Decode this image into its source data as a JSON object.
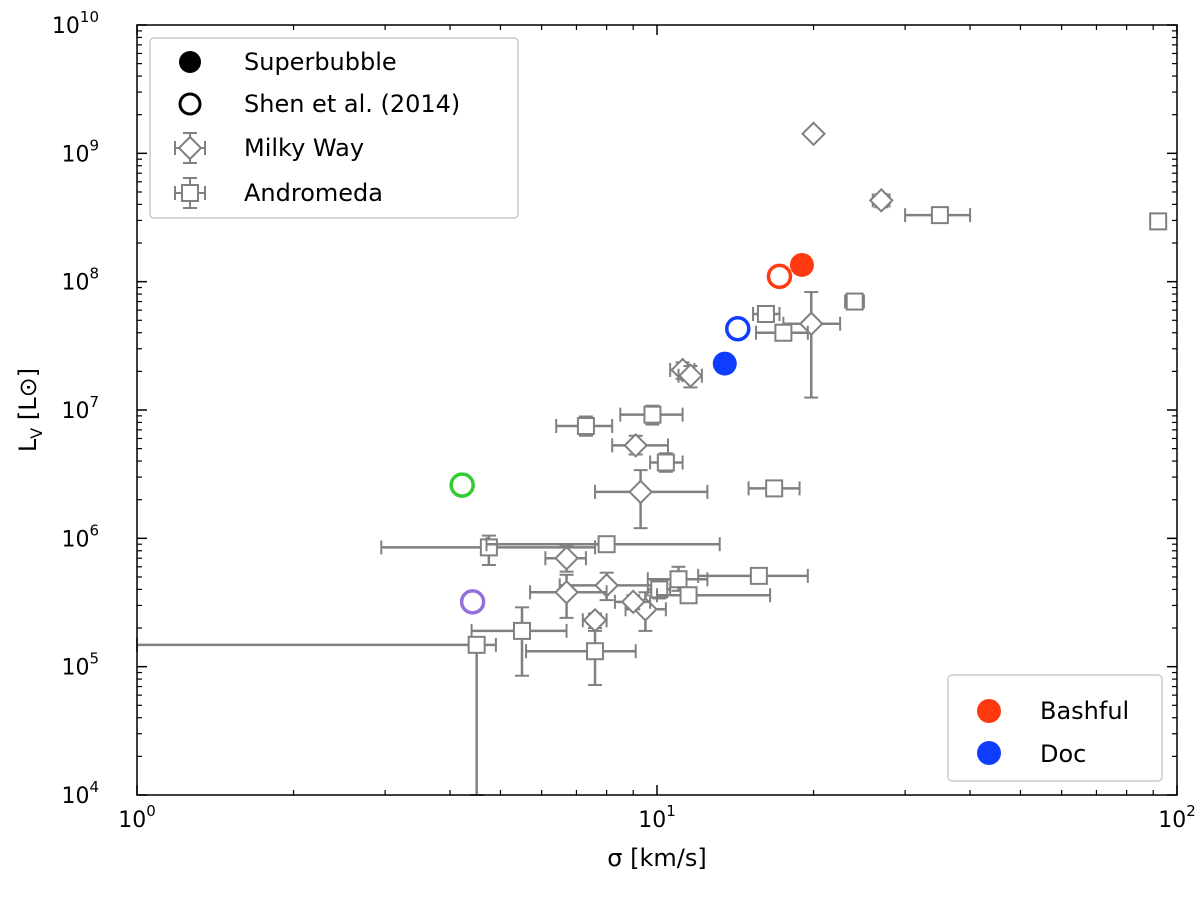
{
  "chart_data": {
    "type": "scatter",
    "xlabel": "σ [km/s]",
    "ylabel_main": "L",
    "ylabel_sub": "V",
    "ylabel_unit": " [L⊙]",
    "x_scale": "log",
    "y_scale": "log",
    "xlim": [
      1,
      100
    ],
    "ylim": [
      10000,
      10000000000
    ],
    "grid": false,
    "x_ticks": [
      {
        "value": 1,
        "base": "10",
        "exp": "0"
      },
      {
        "value": 10,
        "base": "10",
        "exp": "1"
      },
      {
        "value": 100,
        "base": "10",
        "exp": "2"
      }
    ],
    "y_ticks": [
      {
        "value": 10000,
        "base": "10",
        "exp": "4"
      },
      {
        "value": 100000,
        "base": "10",
        "exp": "5"
      },
      {
        "value": 1000000,
        "base": "10",
        "exp": "6"
      },
      {
        "value": 10000000,
        "base": "10",
        "exp": "7"
      },
      {
        "value": 100000000,
        "base": "10",
        "exp": "8"
      },
      {
        "value": 1000000000,
        "base": "10",
        "exp": "9"
      },
      {
        "value": 10000000000,
        "base": "10",
        "exp": "10"
      }
    ],
    "legend_markers": {
      "placement": "top-left",
      "entries": [
        {
          "label": "Superbubble",
          "marker": "filled-circle",
          "color": "#000000"
        },
        {
          "label": "Shen et al. (2014)",
          "marker": "open-circle",
          "color": "#000000"
        },
        {
          "label": "Milky Way",
          "marker": "diamond-errorbar",
          "color": "#808080"
        },
        {
          "label": "Andromeda",
          "marker": "square-errorbar",
          "color": "#808080"
        }
      ]
    },
    "legend_colors": {
      "placement": "bottom-right",
      "entries": [
        {
          "label": "Bashful",
          "color": "#ff3a10"
        },
        {
          "label": "Doc",
          "color": "#0f3dff"
        }
      ]
    },
    "series": [
      {
        "name": "Superbubble",
        "marker": "filled-circle",
        "points": [
          {
            "x": 19.0,
            "y": 135000000,
            "color": "#ff3a10"
          },
          {
            "x": 13.5,
            "y": 23000000,
            "color": "#0f3dff"
          }
        ]
      },
      {
        "name": "Shen et al. (2014)",
        "marker": "open-circle",
        "points": [
          {
            "x": 17.2,
            "y": 110000000,
            "color": "#ff3a10"
          },
          {
            "x": 14.3,
            "y": 43000000,
            "color": "#0f3dff"
          },
          {
            "x": 4.22,
            "y": 2600000,
            "color": "#33cc33"
          },
          {
            "x": 4.42,
            "y": 320000,
            "color": "#9370db"
          }
        ]
      },
      {
        "name": "Milky Way",
        "marker": "diamond",
        "color": "#808080",
        "points": [
          {
            "x": 20.0,
            "y": 1420000000,
            "xerr": [
              0,
              0
            ],
            "yerr": [
              0,
              0
            ]
          },
          {
            "x": 27.0,
            "y": 430000000,
            "xerr": [
              26.0,
              28.0
            ],
            "yerr": [
              380000000,
              480000000
            ]
          },
          {
            "x": 19.8,
            "y": 47000000,
            "xerr": [
              17.5,
              22.5
            ],
            "yerr": [
              12500000,
              83000000
            ]
          },
          {
            "x": 11.2,
            "y": 20500000,
            "xerr": [
              10.6,
              11.8
            ],
            "yerr": [
              17500000,
              23500000
            ]
          },
          {
            "x": 11.6,
            "y": 18500000,
            "xerr": [
              11.0,
              12.2
            ],
            "yerr": [
              15000000,
              22000000
            ]
          },
          {
            "x": 9.1,
            "y": 5300000,
            "xerr": [
              8.2,
              10.5
            ],
            "yerr": [
              4500000,
              6300000
            ]
          },
          {
            "x": 9.3,
            "y": 2300000,
            "xerr": [
              7.6,
              12.5
            ],
            "yerr": [
              1200000,
              3400000
            ]
          },
          {
            "x": 6.7,
            "y": 700000,
            "xerr": [
              6.1,
              7.3
            ],
            "yerr": [
              550000,
              870000
            ]
          },
          {
            "x": 8.0,
            "y": 430000,
            "xerr": [
              6.5,
              10.2
            ],
            "yerr": [
              330000,
              540000
            ]
          },
          {
            "x": 6.7,
            "y": 380000,
            "xerr": [
              5.7,
              8.0
            ],
            "yerr": [
              240000,
              520000
            ]
          },
          {
            "x": 7.6,
            "y": 230000,
            "xerr": [
              7.2,
              8.0
            ],
            "yerr": [
              200000,
              260000
            ]
          },
          {
            "x": 9.5,
            "y": 280000,
            "xerr": [
              8.7,
              10.4
            ],
            "yerr": [
              190000,
              380000
            ]
          },
          {
            "x": 9.0,
            "y": 320000,
            "xerr": [
              8.3,
              9.7
            ],
            "yerr": [
              280000,
              360000
            ]
          }
        ]
      },
      {
        "name": "Andromeda",
        "marker": "square",
        "color": "#808080",
        "points": [
          {
            "x": 35.0,
            "y": 330000000,
            "xerr": [
              30.0,
              40.0
            ],
            "yerr": [
              300000000,
              360000000
            ]
          },
          {
            "x": 92.0,
            "y": 295000000,
            "xerr": [
              89.0,
              95.0
            ],
            "yerr": [
              270000000,
              320000000
            ]
          },
          {
            "x": 24.0,
            "y": 70000000,
            "xerr": [
              23.0,
              25.0
            ],
            "yerr": [
              64000000,
              76000000
            ]
          },
          {
            "x": 16.2,
            "y": 56000000,
            "xerr": [
              15.3,
              17.2
            ],
            "yerr": [
              49000000,
              64000000
            ]
          },
          {
            "x": 17.5,
            "y": 40000000,
            "xerr": [
              15.5,
              19.5
            ],
            "yerr": [
              35000000,
              46000000
            ]
          },
          {
            "x": 9.8,
            "y": 9200000,
            "xerr": [
              8.5,
              11.2
            ],
            "yerr": [
              7700000,
              10800000
            ]
          },
          {
            "x": 7.3,
            "y": 7500000,
            "xerr": [
              6.4,
              8.2
            ],
            "yerr": [
              6300000,
              8900000
            ]
          },
          {
            "x": 10.4,
            "y": 3900000,
            "xerr": [
              9.7,
              11.2
            ],
            "yerr": [
              3300000,
              4600000
            ]
          },
          {
            "x": 16.8,
            "y": 2450000,
            "xerr": [
              15.0,
              18.8
            ],
            "yerr": [
              2200000,
              2750000
            ]
          },
          {
            "x": 4.75,
            "y": 850000,
            "xerr": [
              2.95,
              7.6
            ],
            "yerr": [
              620000,
              1050000
            ]
          },
          {
            "x": 8.0,
            "y": 900000,
            "xerr": [
              4.7,
              13.2
            ],
            "yerr": [
              840000,
              960000
            ]
          },
          {
            "x": 15.7,
            "y": 510000,
            "xerr": [
              12.0,
              19.5
            ],
            "yerr": [
              460000,
              560000
            ]
          },
          {
            "x": 11.0,
            "y": 480000,
            "xerr": [
              9.6,
              12.5
            ],
            "yerr": [
              390000,
              600000
            ]
          },
          {
            "x": 10.1,
            "y": 400000,
            "xerr": [
              9.6,
              10.6
            ],
            "yerr": [
              340000,
              470000
            ]
          },
          {
            "x": 11.5,
            "y": 360000,
            "xerr": [
              10.0,
              16.5
            ],
            "yerr": [
              320000,
              400000
            ]
          },
          {
            "x": 5.5,
            "y": 190000,
            "xerr": [
              4.4,
              6.7
            ],
            "yerr": [
              85000,
              290000
            ]
          },
          {
            "x": 4.5,
            "y": 148000,
            "xerr": [
              1.0,
              4.9
            ],
            "yerr": [
              10000,
              155000
            ]
          },
          {
            "x": 7.6,
            "y": 132000,
            "xerr": [
              5.6,
              9.1
            ],
            "yerr": [
              72000,
              190000
            ]
          }
        ]
      }
    ]
  }
}
